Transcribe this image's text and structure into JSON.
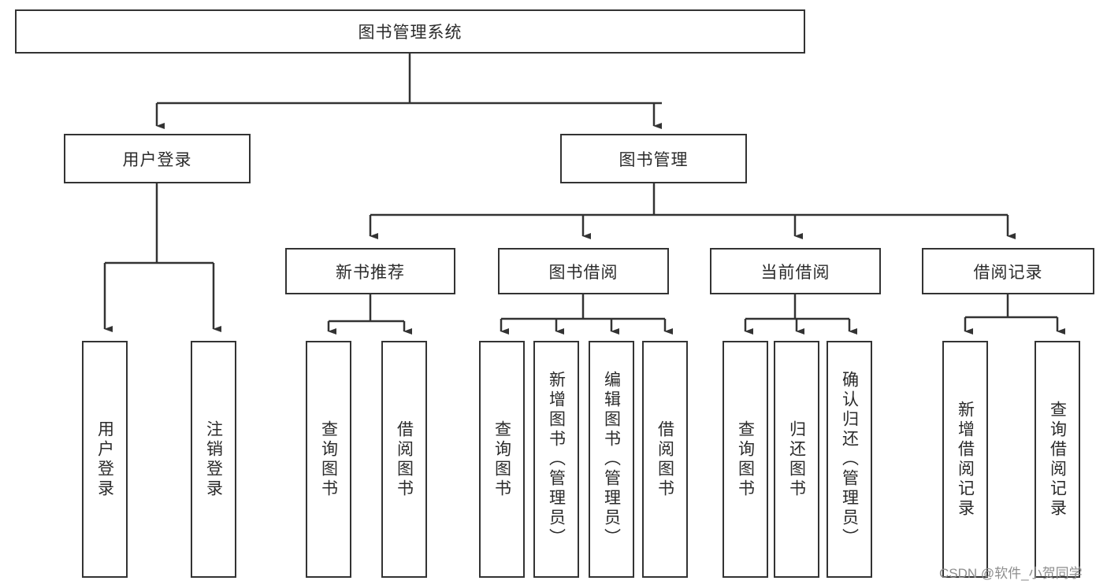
{
  "diagram": {
    "title": "图书管理系统",
    "type": "tree-hierarchy-chart",
    "watermark": "CSDN @软件_小贺同学",
    "colors": {
      "stroke": "#333333",
      "fill": "#ffffff",
      "text": "#2b2b2b",
      "watermark": "#8d8d8d"
    },
    "nodes": {
      "root": {
        "label": "图书管理系统"
      },
      "level1": [
        {
          "label": "用户登录"
        },
        {
          "label": "图书管理"
        }
      ],
      "level2": [
        {
          "label": "新书推荐"
        },
        {
          "label": "图书借阅"
        },
        {
          "label": "当前借阅"
        },
        {
          "label": "借阅记录"
        }
      ],
      "leaves": {
        "user_login": [
          {
            "label": "用户登录"
          },
          {
            "label": "注销登录"
          }
        ],
        "new_book": [
          {
            "label": "查询图书"
          },
          {
            "label": "借阅图书"
          }
        ],
        "book_borrow": [
          {
            "label": "查询图书"
          },
          {
            "label": "新增图书（管理员）"
          },
          {
            "label": "编辑图书（管理员）"
          },
          {
            "label": "借阅图书"
          }
        ],
        "current_borrow": [
          {
            "label": "查询图书"
          },
          {
            "label": "归还图书"
          },
          {
            "label": "确认归还（管理员）"
          }
        ],
        "borrow_record": [
          {
            "label": "新增借阅记录"
          },
          {
            "label": "查询借阅记录"
          }
        ]
      }
    }
  }
}
